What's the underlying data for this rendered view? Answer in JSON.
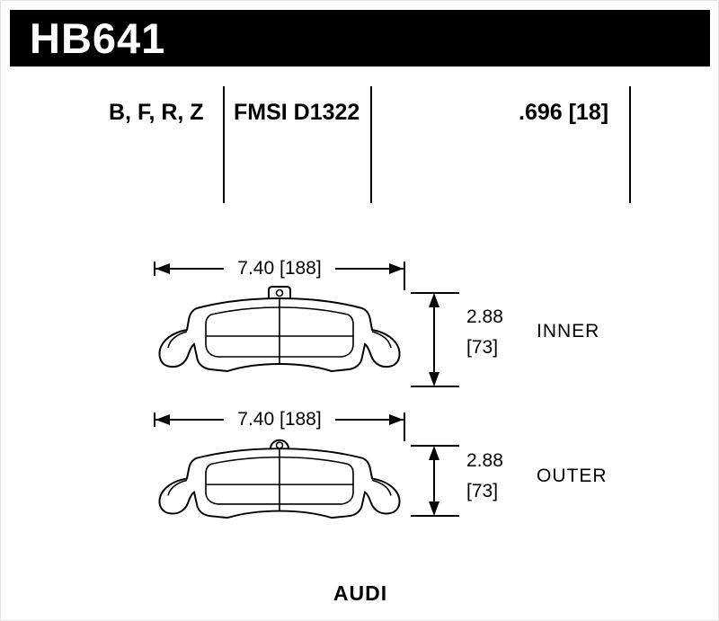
{
  "header": {
    "part_number": "HB641"
  },
  "specs": {
    "compounds": "B, F, R, Z",
    "fmsi": "FMSI D1322",
    "pad_thickness": ".696 [18]"
  },
  "inner_pad": {
    "width_dim": "7.40 [188]",
    "height_in": "2.88",
    "height_mm": "[73]",
    "position_label": "INNER"
  },
  "outer_pad": {
    "width_dim": "7.40 [188]",
    "height_in": "2.88",
    "height_mm": "[73]",
    "position_label": "OUTER"
  },
  "vehicle": "AUDI",
  "colors": {
    "header_bg": "#000000",
    "header_text": "#ffffff",
    "line": "#000000"
  }
}
